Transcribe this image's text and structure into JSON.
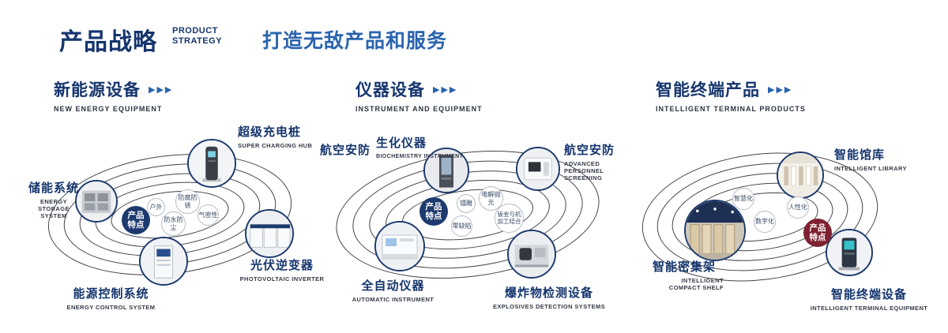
{
  "header": {
    "title_cn": "产品战略",
    "title_en_line1": "PRODUCT",
    "title_en_line2": "STRATEGY",
    "slogan": "打造无敌产品和服务"
  },
  "icons": {
    "section_arrows": "▶▶▶"
  },
  "badge": {
    "top": "产品",
    "bottom": "特点"
  },
  "colors": {
    "heading_navy": "#15356d",
    "slogan_blue": "#2a64ad",
    "badge_navy": "#1d3a6e",
    "badge_red": "#7e2130",
    "orbit_line": "#43434b"
  },
  "sections": {
    "energy": {
      "title": "新能源设备",
      "subtitle": "NEW ENERGY EQUIPMENT",
      "features": {
        "outdoor": "户外",
        "anticorrosion": "防腐防锈",
        "airtight": "气密性",
        "waterproof": "防水防尘"
      },
      "nodes": {
        "storage": {
          "cn": "储能系统",
          "en": "ENERGY STORAGE SYSTEM"
        },
        "charging": {
          "cn": "超级充电桩",
          "en": "SUPER CHARGING HUB"
        },
        "inverter": {
          "cn": "光伏逆变器",
          "en": "PHOTOVOLTAIC INVERTER"
        },
        "control": {
          "cn": "能源控制系统",
          "en": "ENERGY CONTROL SYSTEM"
        }
      }
    },
    "instrument": {
      "title": "仪器设备",
      "subtitle": "INSTRUMENT AND EQUIPMENT",
      "side_label": "航空安防",
      "features": {
        "laser": "镭雕",
        "electropolish": "电解抛光",
        "zerodefect": "零缺陷",
        "sheetmetal": "钣金与机加工结合"
      },
      "nodes": {
        "biochem": {
          "cn": "生化仪器",
          "en": "BIOCHEMISTRY INSTRUMENT"
        },
        "screening": {
          "cn": "航空安防",
          "en": "ADVANCED PERSONNEL SCREENING"
        },
        "automatic": {
          "cn": "全自动仪器",
          "en": "AUTOMATIC INSTRUMENT"
        },
        "explosives": {
          "cn": "爆炸物检测设备",
          "en": "EXPLOSIVES DETECTION SYSTEMS"
        }
      }
    },
    "terminal": {
      "title": "智能终端产品",
      "subtitle": "INTELLIGENT TERMINAL PRODUCTS",
      "features": {
        "smart": "智慧化",
        "humanized": "人性化",
        "digital": "数字化"
      },
      "nodes": {
        "library": {
          "cn": "智能馆库",
          "en": "INTELLIGENT LIBRARY"
        },
        "shelf": {
          "cn": "智能密集架",
          "en": "INTELLIGENT COMPACT SHELF"
        },
        "kiosk": {
          "cn": "智能终端设备",
          "en": "INTELLIGENT TERMINAL EQUIPMENT"
        }
      }
    }
  }
}
